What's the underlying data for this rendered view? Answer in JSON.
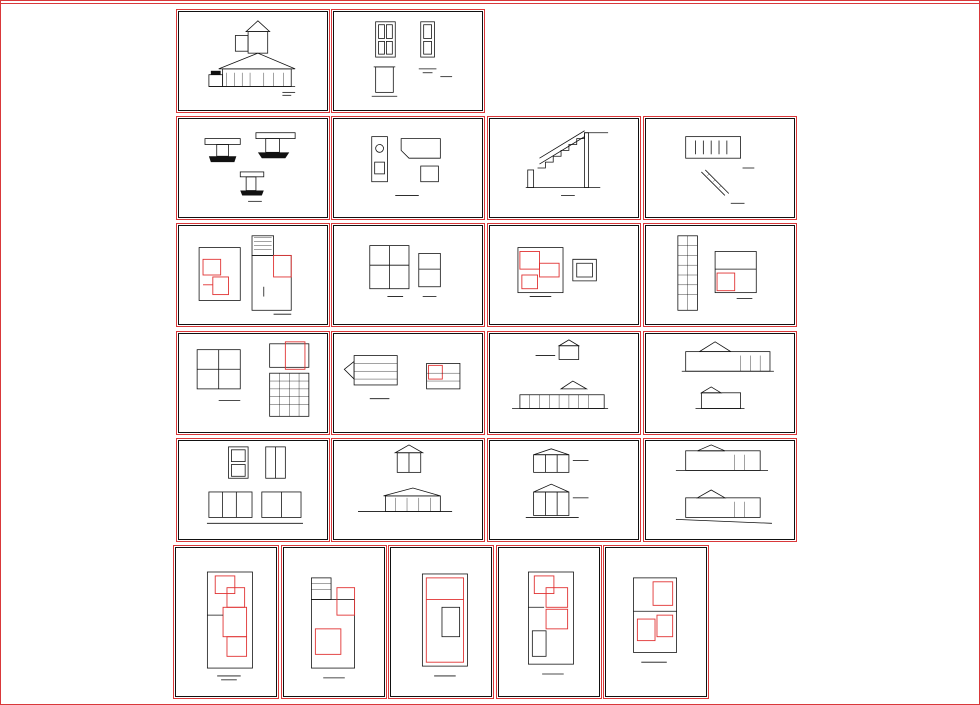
{
  "layout_sheets": {
    "frame_color": "#d9383a",
    "ink_color": "#111111",
    "markup_color": "#e03030",
    "sheets": [
      {
        "id": "sheet-elevation-house"
      },
      {
        "id": "sheet-door-details"
      },
      {
        "id": "sheet-foundation-details"
      },
      {
        "id": "sheet-bathroom-plan"
      },
      {
        "id": "sheet-stair-section"
      },
      {
        "id": "sheet-stair-detail"
      },
      {
        "id": "sheet-floor-plan-roof"
      },
      {
        "id": "sheet-floor-plan-2"
      },
      {
        "id": "sheet-floor-plan-3"
      },
      {
        "id": "sheet-floor-plan-4"
      },
      {
        "id": "sheet-ground-plan-grid"
      },
      {
        "id": "sheet-roof-framing"
      },
      {
        "id": "sheet-elevation-side"
      },
      {
        "id": "sheet-elevation-long"
      },
      {
        "id": "sheet-window-details"
      },
      {
        "id": "sheet-elevation-front"
      },
      {
        "id": "sheet-elevation-pair"
      },
      {
        "id": "sheet-elevation-pair-2"
      },
      {
        "id": "sheet-portrait-plan-1"
      },
      {
        "id": "sheet-portrait-plan-2"
      },
      {
        "id": "sheet-portrait-plan-3"
      },
      {
        "id": "sheet-portrait-plan-4"
      },
      {
        "id": "sheet-portrait-plan-5"
      }
    ]
  }
}
